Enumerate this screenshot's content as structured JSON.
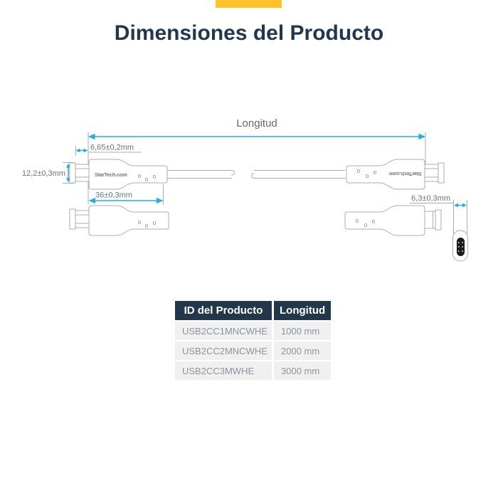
{
  "header": {
    "accent_color": "#FDC22C",
    "title": "Dimensiones del Producto",
    "title_color": "#1F3850"
  },
  "diagram": {
    "length_label": "Longitud",
    "dimensions": {
      "plug_length": "6,65±0,2mm",
      "connector_width": "12,2±0,3mm",
      "connector_length": "36±0,3mm",
      "plug_thickness": "6,3±0,3mm"
    },
    "connector_brand": "StarTech.com",
    "mold_mark": "0",
    "arrow_color": "#29ABE2",
    "outline_color": "#A9AEB3"
  },
  "table": {
    "columns": [
      "ID del Producto",
      "Longitud"
    ],
    "rows": [
      {
        "id": "USB2CC1MNCWHE",
        "length": "1000 mm"
      },
      {
        "id": "USB2CC2MNCWHE",
        "length": "2000 mm"
      },
      {
        "id": "USB2CC3MWHE",
        "length": "3000 mm"
      }
    ],
    "header_bg": "#22384A",
    "header_text_color": "#FFFFFF",
    "row_bg": "#F0F0F0",
    "row_text_color": "#8E939B"
  }
}
